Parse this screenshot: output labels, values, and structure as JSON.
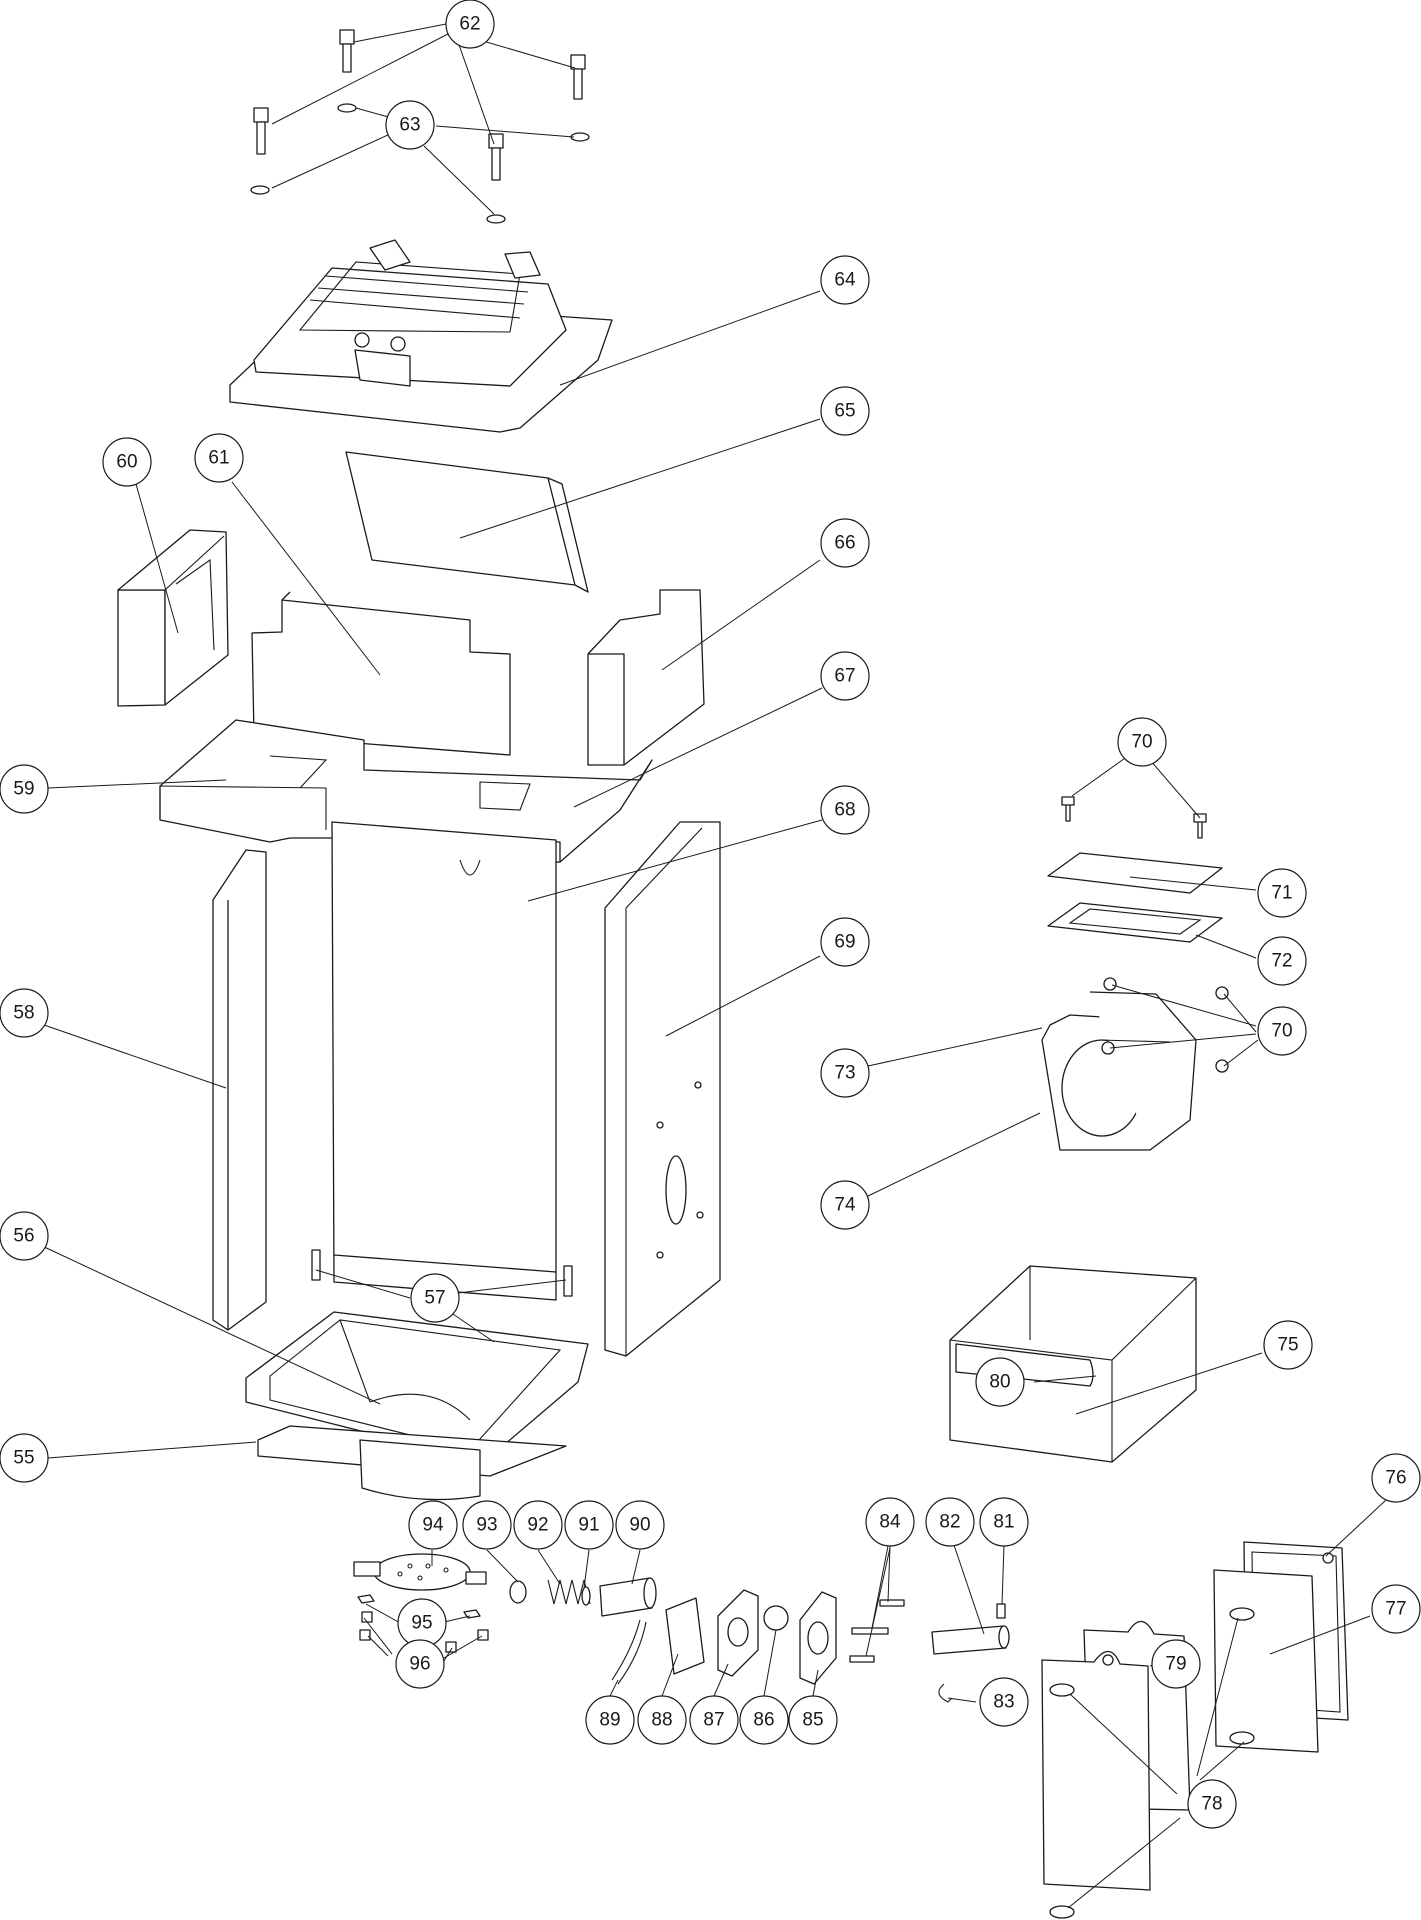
{
  "diagram": {
    "callouts": [
      {
        "id": "62",
        "label": "62"
      },
      {
        "id": "63",
        "label": "63"
      },
      {
        "id": "64",
        "label": "64"
      },
      {
        "id": "65",
        "label": "65"
      },
      {
        "id": "60",
        "label": "60"
      },
      {
        "id": "61",
        "label": "61"
      },
      {
        "id": "66",
        "label": "66"
      },
      {
        "id": "67",
        "label": "67"
      },
      {
        "id": "59",
        "label": "59"
      },
      {
        "id": "68",
        "label": "68"
      },
      {
        "id": "70a",
        "label": "70"
      },
      {
        "id": "71",
        "label": "71"
      },
      {
        "id": "72",
        "label": "72"
      },
      {
        "id": "69",
        "label": "69"
      },
      {
        "id": "58",
        "label": "58"
      },
      {
        "id": "70b",
        "label": "70"
      },
      {
        "id": "73",
        "label": "73"
      },
      {
        "id": "74",
        "label": "74"
      },
      {
        "id": "56",
        "label": "56"
      },
      {
        "id": "57",
        "label": "57"
      },
      {
        "id": "75",
        "label": "75"
      },
      {
        "id": "55",
        "label": "55"
      },
      {
        "id": "94",
        "label": "94"
      },
      {
        "id": "93",
        "label": "93"
      },
      {
        "id": "92",
        "label": "92"
      },
      {
        "id": "91",
        "label": "91"
      },
      {
        "id": "90",
        "label": "90"
      },
      {
        "id": "84",
        "label": "84"
      },
      {
        "id": "82",
        "label": "82"
      },
      {
        "id": "81",
        "label": "81"
      },
      {
        "id": "76",
        "label": "76"
      },
      {
        "id": "77",
        "label": "77"
      },
      {
        "id": "95",
        "label": "95"
      },
      {
        "id": "96",
        "label": "96"
      },
      {
        "id": "79",
        "label": "79"
      },
      {
        "id": "83",
        "label": "83"
      },
      {
        "id": "89",
        "label": "89"
      },
      {
        "id": "88",
        "label": "88"
      },
      {
        "id": "87",
        "label": "87"
      },
      {
        "id": "86",
        "label": "86"
      },
      {
        "id": "85",
        "label": "85"
      },
      {
        "id": "80",
        "label": "80"
      },
      {
        "id": "78",
        "label": "78"
      }
    ]
  }
}
